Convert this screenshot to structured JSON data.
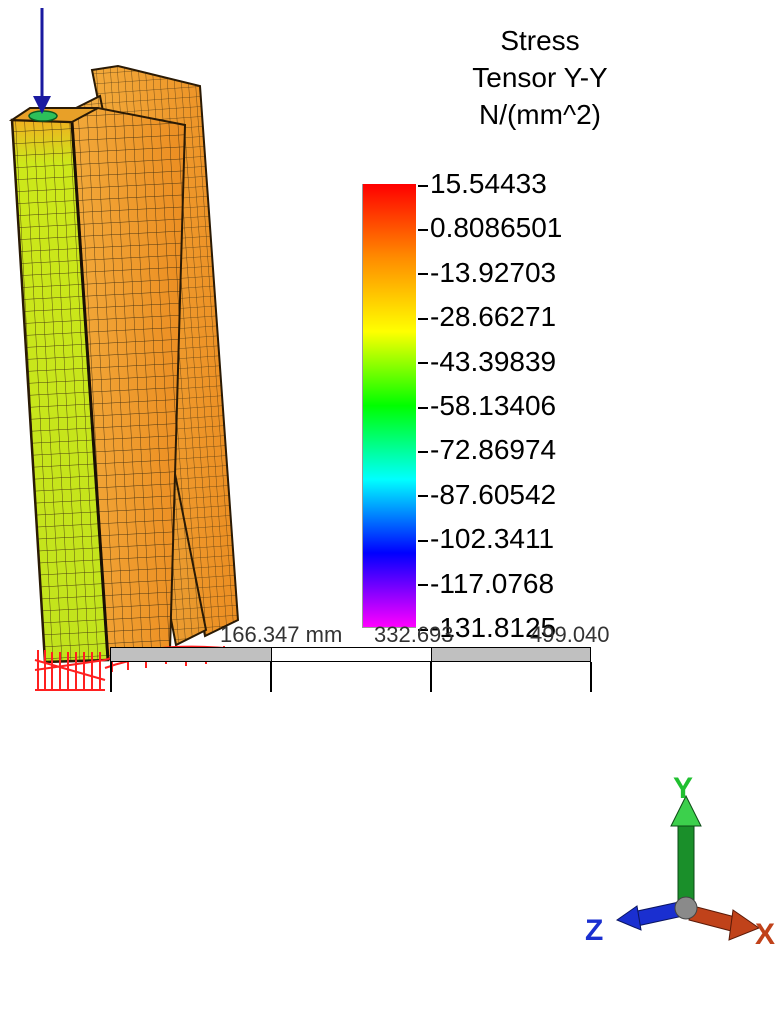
{
  "legend": {
    "title_lines": [
      "Stress",
      "Tensor Y-Y",
      "N/(mm^2)"
    ],
    "values": [
      "15.54433",
      "0.8086501",
      "-13.92703",
      "-28.66271",
      "-43.39839",
      "-58.13406",
      "-72.86974",
      "-87.60542",
      "-102.3411",
      "-117.0768",
      "-131.8125"
    ],
    "gradient_colors": [
      "#ff0000",
      "#ff8c00",
      "#ffff00",
      "#00ff00",
      "#00ffff",
      "#0000ff",
      "#ff00ff"
    ]
  },
  "scale_bar": {
    "label_1": "166.347 mm",
    "label_2": "332.693",
    "label_3": "499.040",
    "segment_colors": [
      "#ffffff",
      "#c0c0c0",
      "#ffffff",
      "#c0c0c0"
    ]
  },
  "triad": {
    "axis_y": "Y",
    "axis_z": "Z",
    "axis_x": "X",
    "colors": {
      "y": "#1a8f2a",
      "z": "#1a2fd0",
      "x": "#c0421a"
    }
  },
  "model": {
    "load_arrow_color": "#1a1aa0",
    "constraint_color": "#ff2020",
    "face_colors": {
      "left": "#c8ec1e",
      "right": "#f0a030",
      "edge": "#e28a1e"
    }
  }
}
